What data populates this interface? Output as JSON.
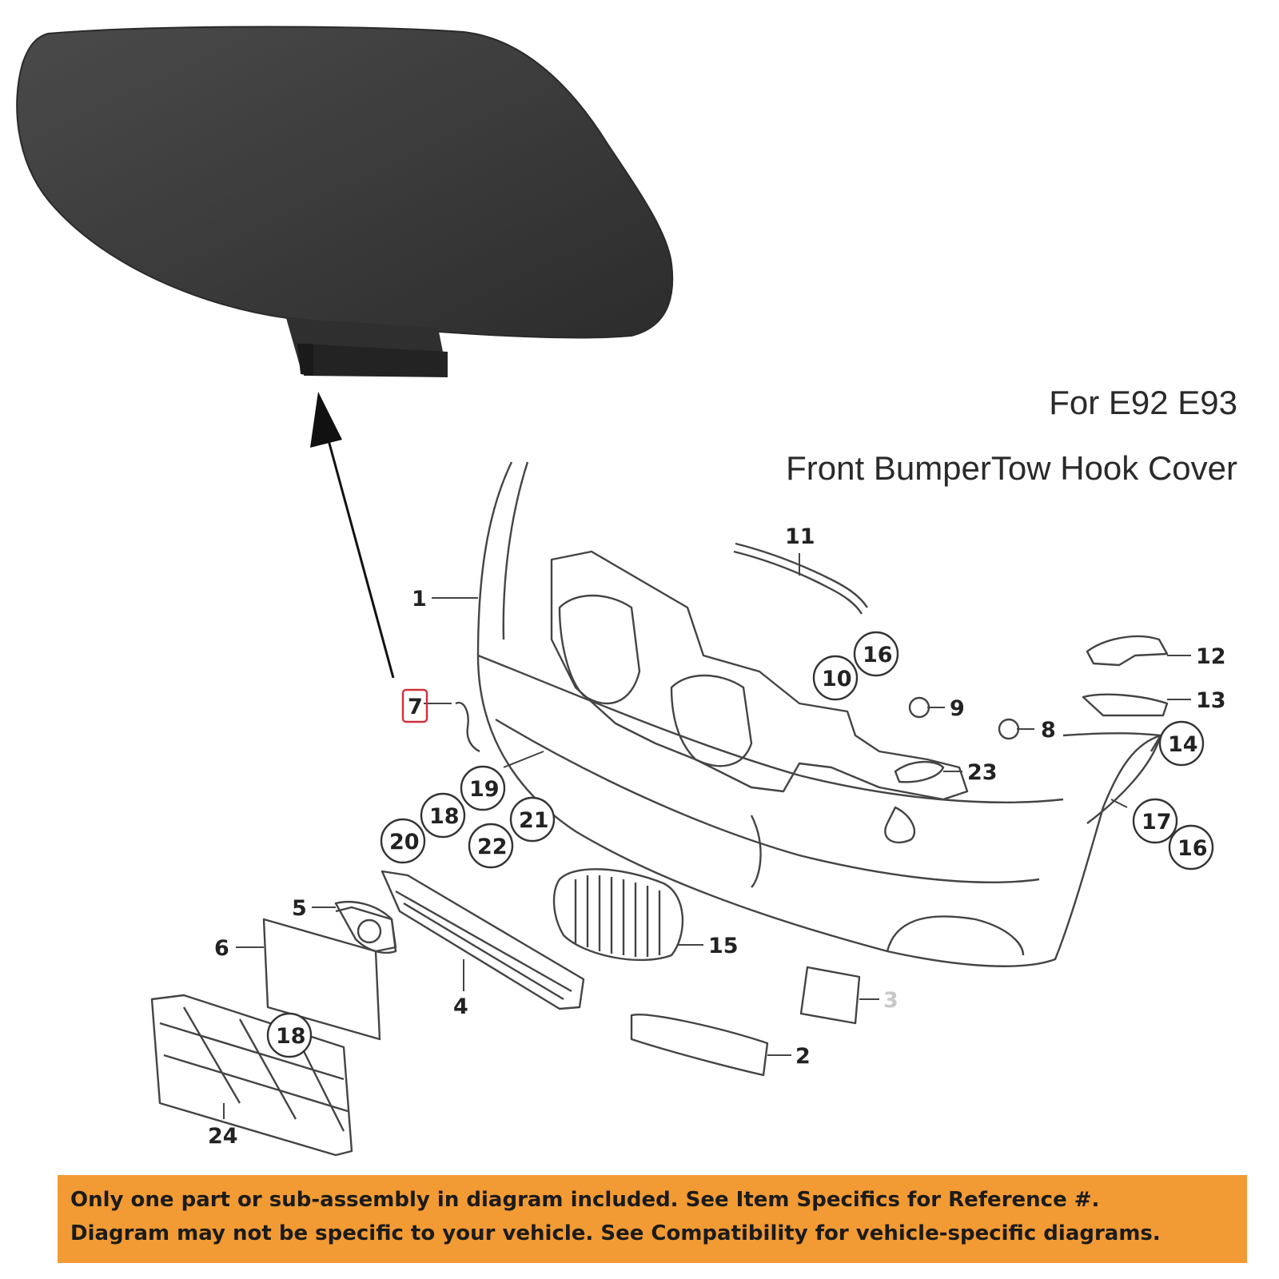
{
  "heading": {
    "line1": "For E92 E93",
    "line2": "Front BumperTow Hook Cover"
  },
  "callouts": [
    {
      "id": "c1",
      "text": "1"
    },
    {
      "id": "c2",
      "text": "2"
    },
    {
      "id": "c3",
      "text": "3"
    },
    {
      "id": "c4",
      "text": "4"
    },
    {
      "id": "c5",
      "text": "5"
    },
    {
      "id": "c6",
      "text": "6"
    },
    {
      "id": "c7",
      "text": "7",
      "highlighted": true
    },
    {
      "id": "c8",
      "text": "8"
    },
    {
      "id": "c9",
      "text": "9"
    },
    {
      "id": "c10",
      "text": "10"
    },
    {
      "id": "c11",
      "text": "11"
    },
    {
      "id": "c12",
      "text": "12"
    },
    {
      "id": "c13",
      "text": "13"
    },
    {
      "id": "c14",
      "text": "14"
    },
    {
      "id": "c15",
      "text": "15"
    },
    {
      "id": "c16a",
      "text": "16"
    },
    {
      "id": "c16b",
      "text": "16"
    },
    {
      "id": "c17",
      "text": "17"
    },
    {
      "id": "c18a",
      "text": "18"
    },
    {
      "id": "c18b",
      "text": "18"
    },
    {
      "id": "c19",
      "text": "19"
    },
    {
      "id": "c20",
      "text": "20"
    },
    {
      "id": "c21",
      "text": "21"
    },
    {
      "id": "c22",
      "text": "22"
    },
    {
      "id": "c23",
      "text": "23"
    },
    {
      "id": "c24",
      "text": "24"
    }
  ],
  "disclaimer": {
    "line1": "Only one part or sub-assembly in diagram included. See Item Specifics for Reference #.",
    "line2": "Diagram may not be specific to your vehicle. See Compatibility for vehicle-specific diagrams."
  },
  "colors": {
    "banner": "#f29a34",
    "highlight": "#d0303a",
    "part_cover": "#3d3d3d",
    "line_art": "#444444"
  }
}
